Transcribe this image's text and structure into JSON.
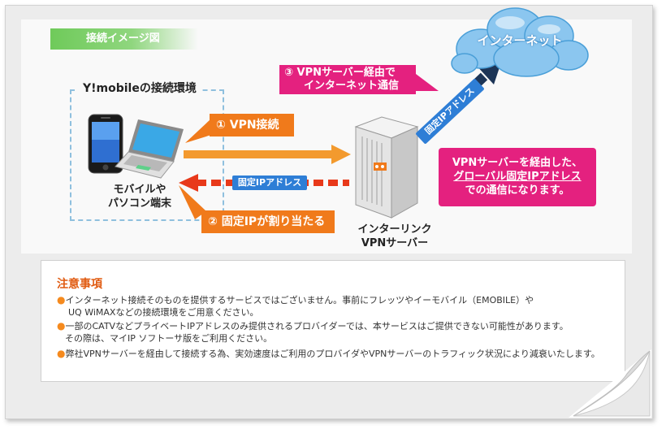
{
  "section_tag": "接続イメージ図",
  "environment_title": "Y!mobileの接続環境",
  "device_label_line1": "モバイルや",
  "device_label_line2": "パソコン端末",
  "server_label_line1": "インターリンク",
  "server_label_line2": "VPNサーバー",
  "internet_label": "インターネット",
  "step1": "① VPN接続",
  "step2": "② 固定IPが割り当たる",
  "step3_line1": "③ VPNサーバー経由で",
  "step3_line2": "インターネット通信",
  "fixed_ip_tag": "固定IPアドレス",
  "fixed_ip_diag_tag": "固定IPアドレス",
  "info_box_line1": "VPNサーバーを経由した、",
  "info_box_line2": "グローバル固定IPアドレス",
  "info_box_line3": "での通信になります。",
  "notes_title": "注意事項",
  "notes": [
    "インターネット接続そのものを提供するサービスではございません。事前にフレッツやイーモバイル（EMOBILE）や",
    "UQ WiMAXなどの接続環境をご用意ください。",
    "一部のCATVなどプライベートIPアドレスのみ提供されるプロバイダーでは、本サービスはご提供できない可能性があります。",
    "その際は、マイIP ソフトーサ版をご利用ください。",
    "弊社VPNサーバーを経由して接続する為、実効速度はご利用のプロバイダやVPNサーバーのトラフィック状況により減衰いたします。"
  ],
  "colors": {
    "orange": "#f07a1b",
    "pink": "#e4217f",
    "blue": "#2e7ed6",
    "red_dashed": "#e8391a",
    "green_tag": "#6fca5a"
  }
}
